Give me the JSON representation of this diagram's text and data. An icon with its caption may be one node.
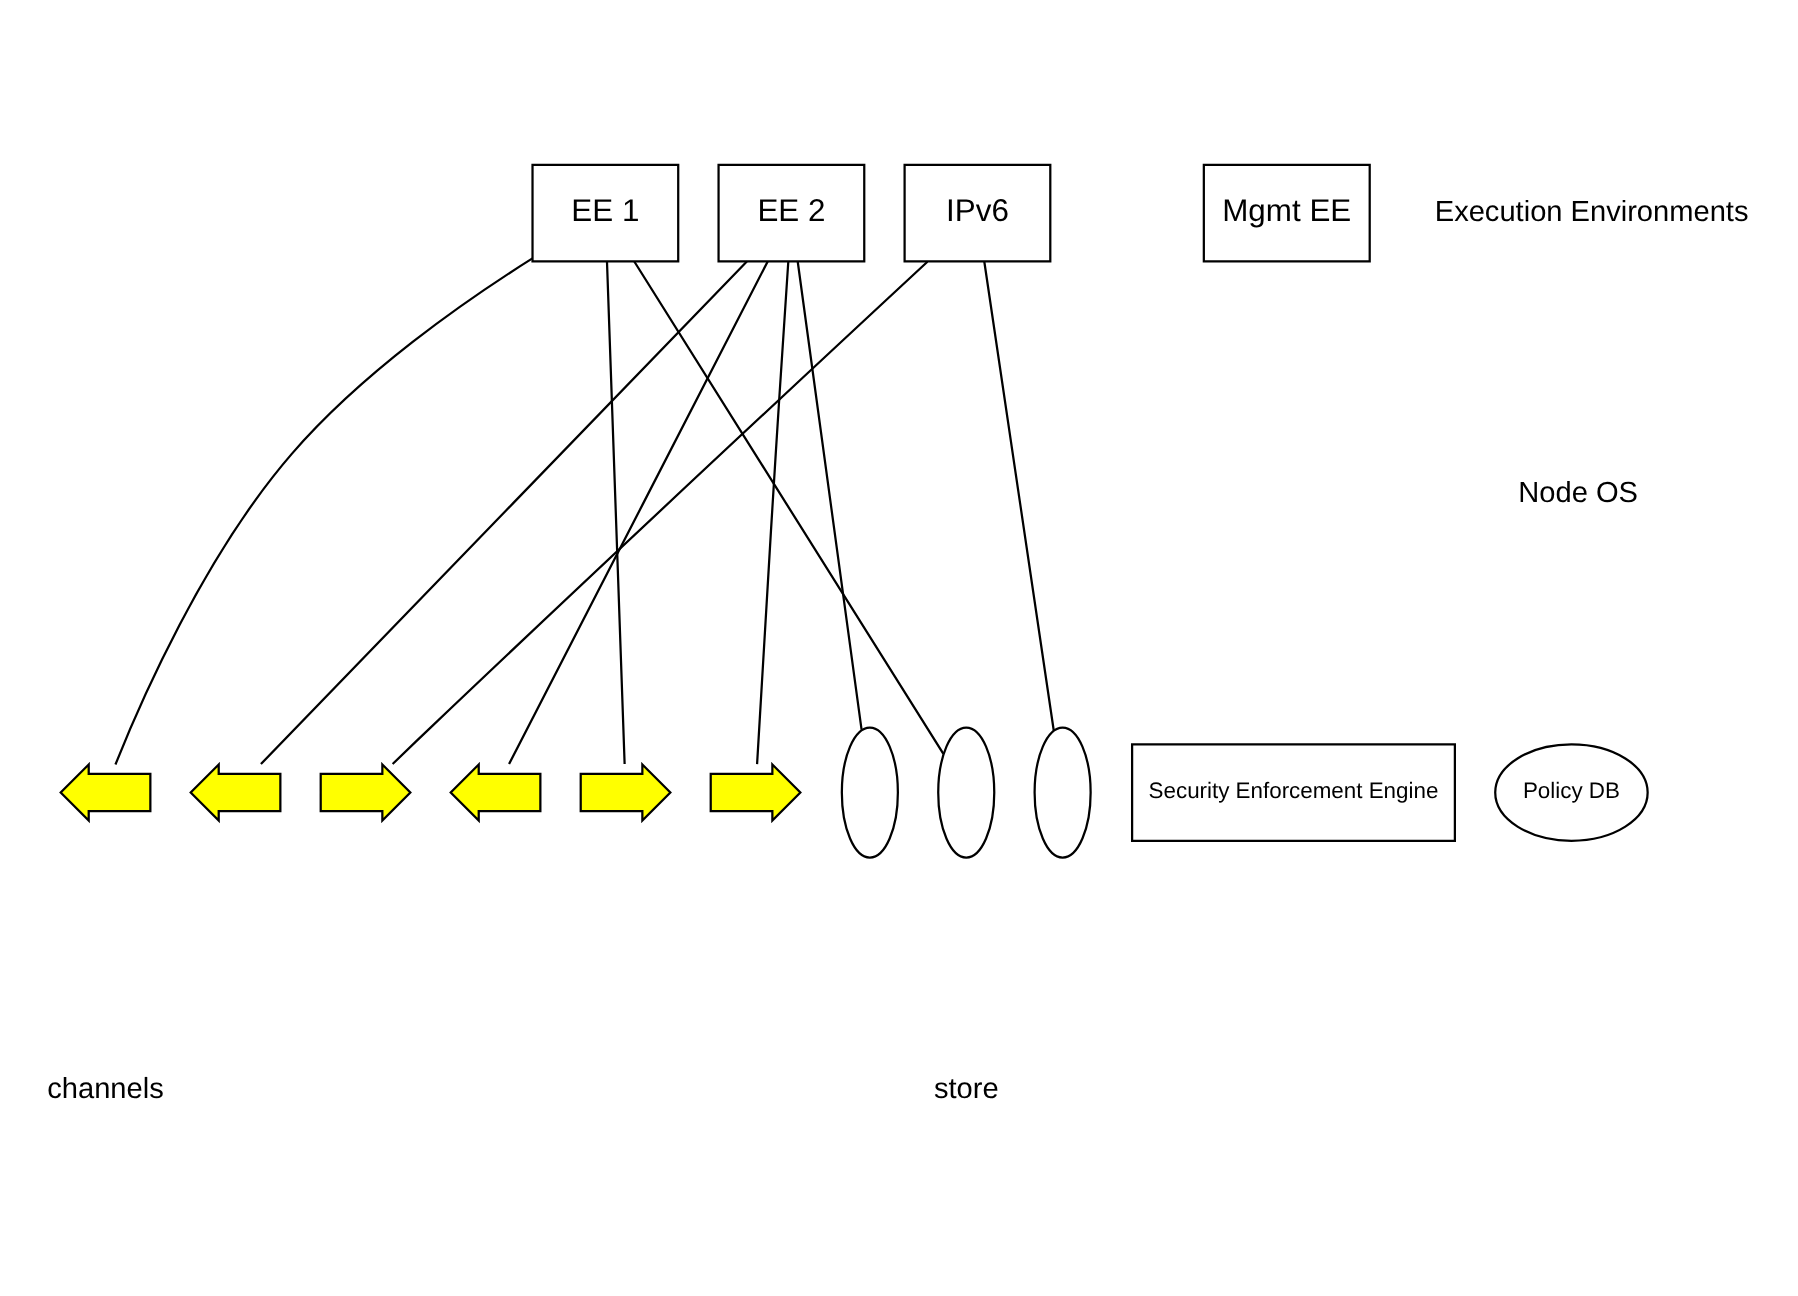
{
  "diagram": {
    "nodes": [
      {
        "text": [
          "EE 1"
        ]
      },
      {
        "text": [
          "EE 2"
        ]
      },
      {
        "text": [
          "IPv6"
        ]
      },
      {
        "text": [
          "Mgmt EE"
        ]
      },
      {
        "text": [],
        "shape": "arrow"
      },
      {
        "text": [],
        "shape": "arrow"
      },
      {
        "text": [],
        "shape": "arrow"
      },
      {
        "text": [],
        "shape": "arrow"
      },
      {
        "text": [],
        "shape": "arrow"
      },
      {
        "text": [],
        "shape": "arrow"
      },
      {
        "text": [],
        "shape": "ellipse"
      },
      {
        "text": [],
        "shape": "ellipse"
      },
      {
        "text": [],
        "shape": "ellipse"
      },
      {
        "text": [
          "Security Enforcement Engine"
        ]
      },
      {
        "text": [
          "Policy DB"
        ]
      }
    ],
    "edges": [
      {
        "from": 0,
        "to": 4,
        "arrow": "none"
      },
      {
        "from": 0,
        "to": 8,
        "arrow": "none"
      },
      {
        "from": 0,
        "to": 11,
        "arrow": "none"
      },
      {
        "from": 1,
        "to": 5,
        "arrow": "none"
      },
      {
        "from": 1,
        "to": 7,
        "arrow": "none"
      },
      {
        "from": 1,
        "to": 9,
        "arrow": "none"
      },
      {
        "from": 1,
        "to": 10,
        "arrow": "none"
      },
      {
        "from": 2,
        "to": 6,
        "arrow": "none"
      },
      {
        "from": 2,
        "to": 12,
        "arrow": "none"
      }
    ],
    "labels": [
      "Execution Environments",
      "Node OS",
      "channels",
      "store"
    ]
  }
}
